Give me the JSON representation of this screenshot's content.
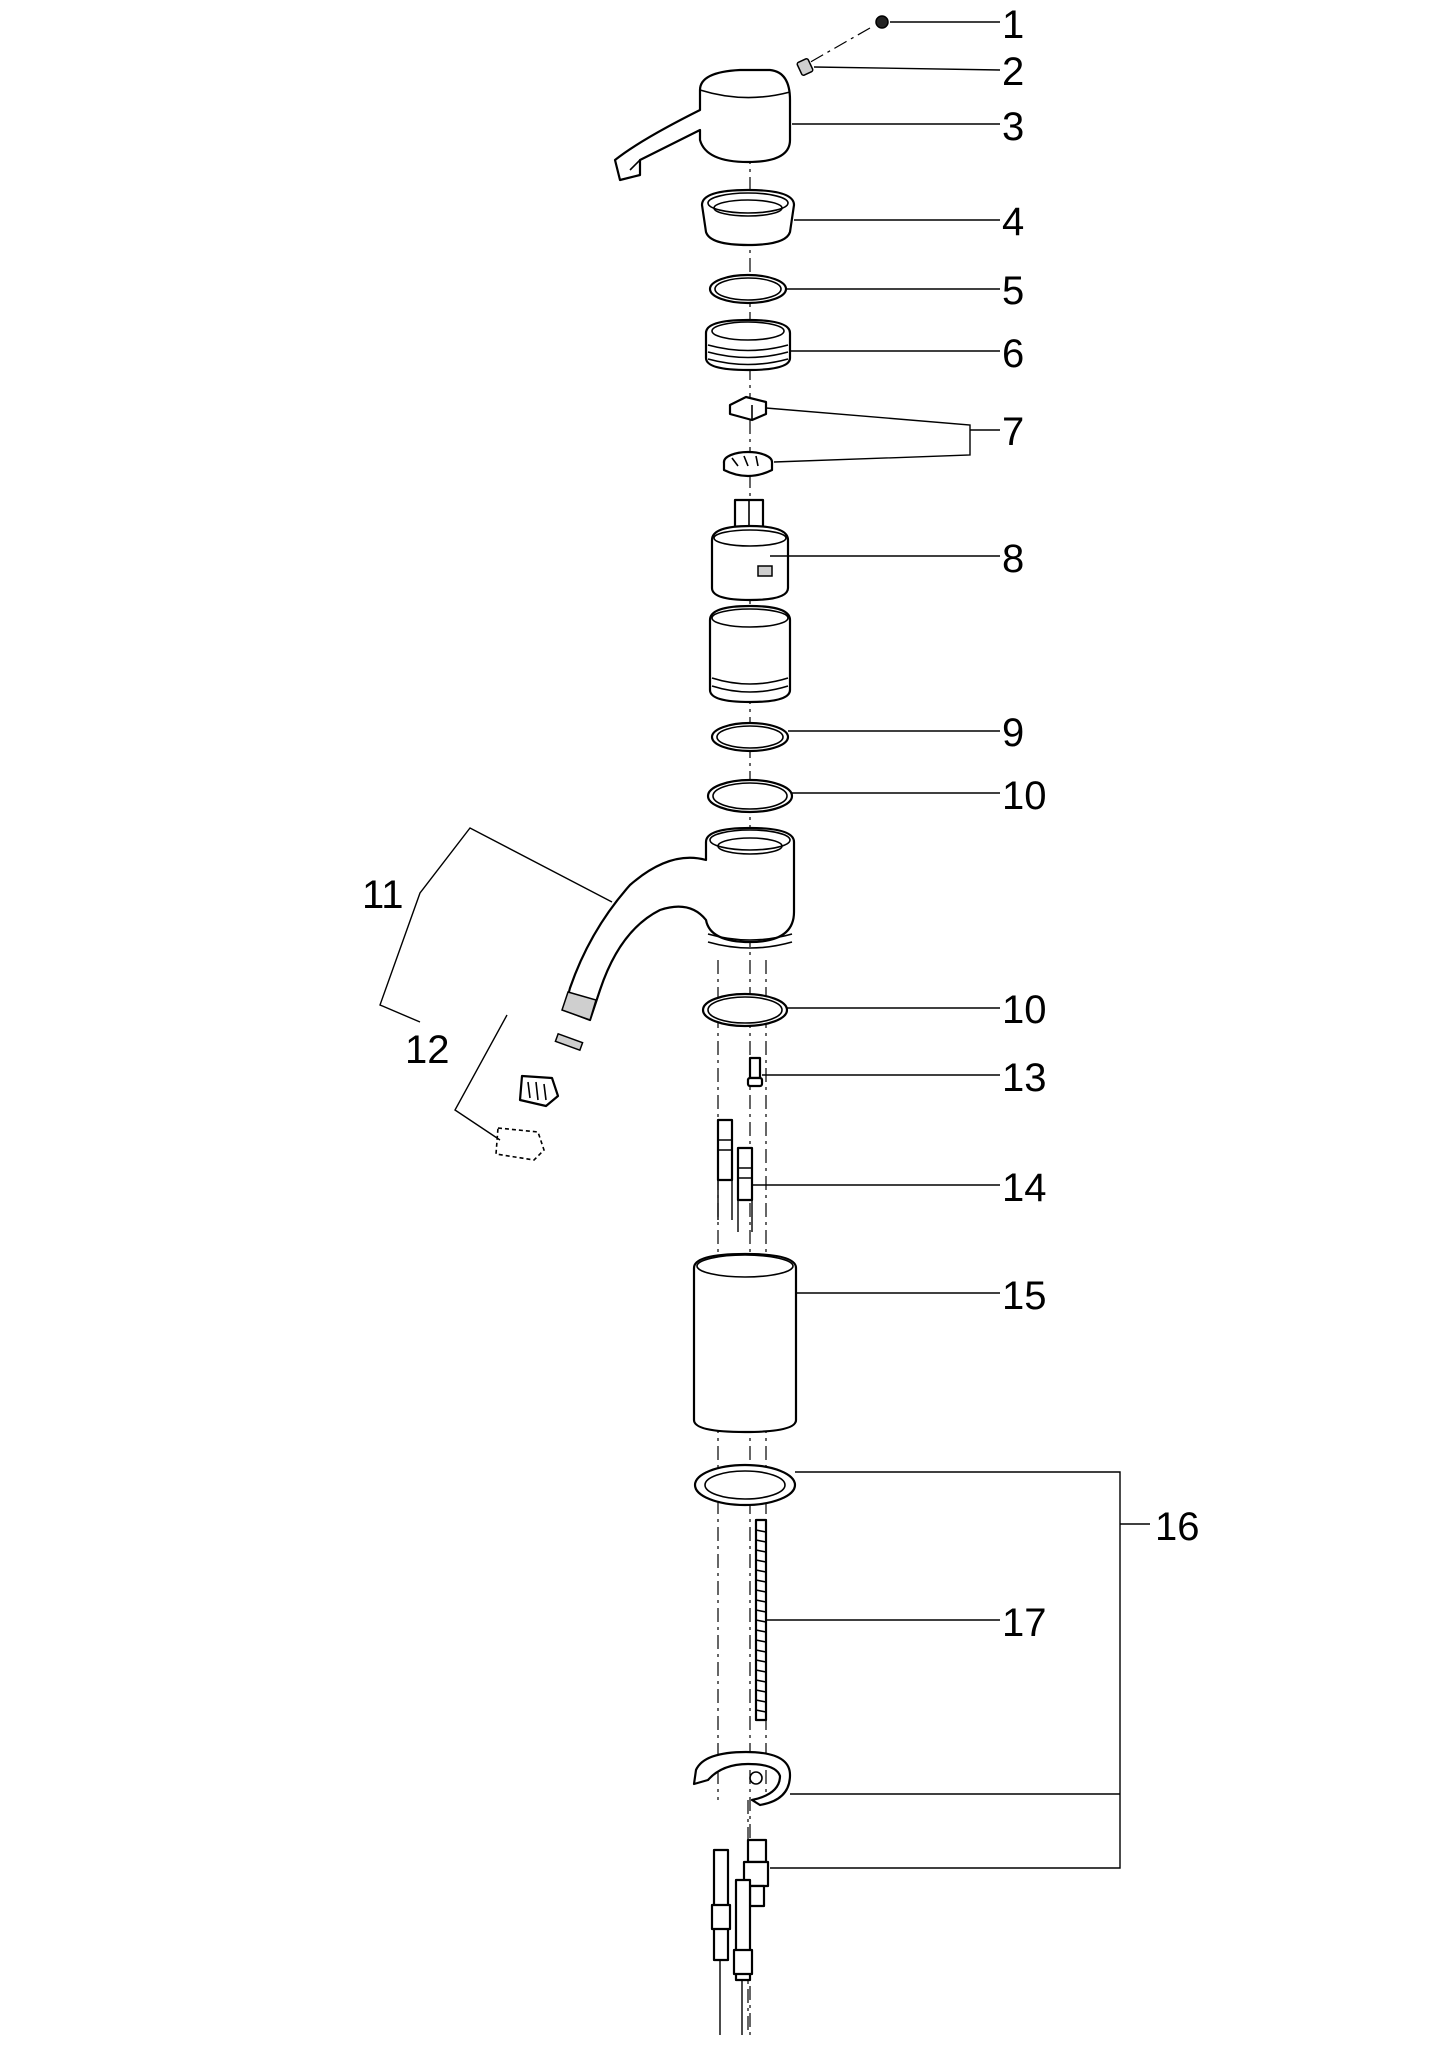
{
  "diagram": {
    "callouts": [
      {
        "id": "1",
        "text": "1"
      },
      {
        "id": "2",
        "text": "2"
      },
      {
        "id": "3",
        "text": "3"
      },
      {
        "id": "4",
        "text": "4"
      },
      {
        "id": "5",
        "text": "5"
      },
      {
        "id": "6",
        "text": "6"
      },
      {
        "id": "7",
        "text": "7"
      },
      {
        "id": "8",
        "text": "8"
      },
      {
        "id": "9",
        "text": "9"
      },
      {
        "id": "10a",
        "text": "10"
      },
      {
        "id": "11",
        "text": "11"
      },
      {
        "id": "12",
        "text": "12"
      },
      {
        "id": "10b",
        "text": "10"
      },
      {
        "id": "13",
        "text": "13"
      },
      {
        "id": "14",
        "text": "14"
      },
      {
        "id": "15",
        "text": "15"
      },
      {
        "id": "16",
        "text": "16"
      },
      {
        "id": "17",
        "text": "17"
      }
    ]
  }
}
